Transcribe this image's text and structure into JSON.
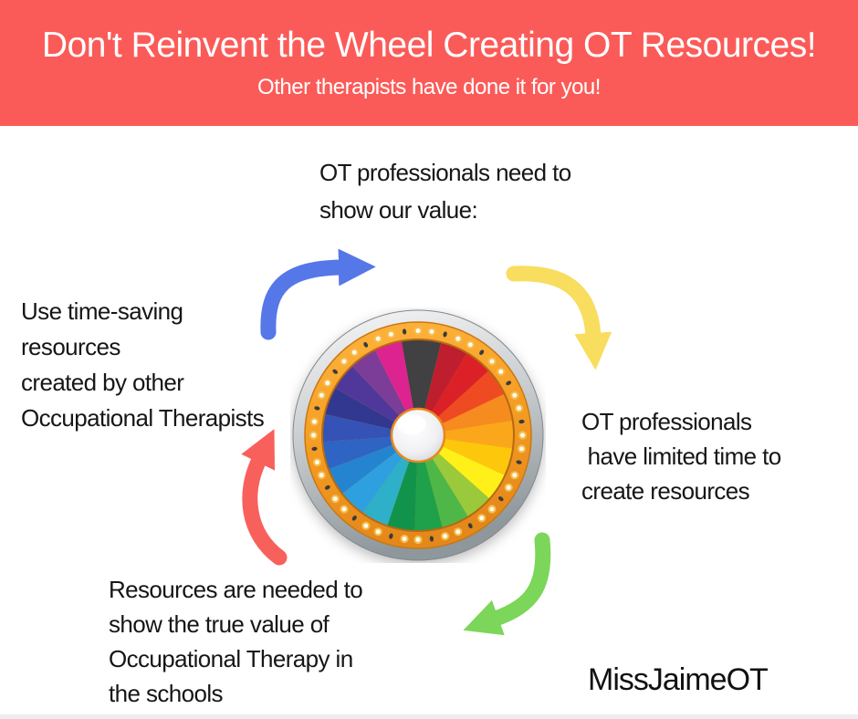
{
  "header": {
    "bg_color": "#FB5B58",
    "title": "Don't Reinvent the Wheel Creating OT Resources!",
    "subtitle": "Other therapists have done it for you!"
  },
  "notes": {
    "top": {
      "lines": [
        "OT professionals need to",
        "show our value:"
      ]
    },
    "right": {
      "lines": [
        "OT professionals",
        " have limited time to",
        "create resources"
      ]
    },
    "bottom": {
      "lines": [
        "Resources are needed to",
        "show the true value of",
        "Occupational Therapy in",
        "the schools"
      ]
    },
    "left": {
      "lines": [
        "Use time-saving",
        "resources",
        "created by other",
        "Occupational Therapists"
      ]
    }
  },
  "brand": "MissJaimeOT",
  "arrows": {
    "blue": {
      "color": "#5577E8"
    },
    "yellow": {
      "color": "#F8DD5F"
    },
    "green": {
      "color": "#7BD659"
    },
    "red": {
      "color": "#F8605C"
    }
  },
  "wheel": {
    "rim_color": "#C9CDD0",
    "ring_color": "#F49C22",
    "hub_color": "#F4F4F6",
    "lights": {
      "count": 48,
      "glow_color": "#F6BC4F",
      "light_color": "#FFFDF0",
      "bulb_color": "#3A3A3C"
    },
    "segments": [
      {
        "color": "#414042",
        "span": 24
      },
      {
        "color": "#BE1E2D",
        "span": 16.8
      },
      {
        "color": "#DB2127",
        "span": 16.8
      },
      {
        "color": "#EF4B23",
        "span": 16.8
      },
      {
        "color": "#F68C1F",
        "span": 16.8
      },
      {
        "color": "#FAA71B",
        "span": 16.8
      },
      {
        "color": "#FDC70B",
        "span": 16.8
      },
      {
        "color": "#FFF01A",
        "span": 16.8
      },
      {
        "color": "#9ACA3C",
        "span": 16.8
      },
      {
        "color": "#4FB748",
        "span": 16.8
      },
      {
        "color": "#1FA04B",
        "span": 16.8
      },
      {
        "color": "#12934B",
        "span": 16.8
      },
      {
        "color": "#2EB0C9",
        "span": 16.8
      },
      {
        "color": "#2EA0E0",
        "span": 16.8
      },
      {
        "color": "#2584D0",
        "span": 16.8
      },
      {
        "color": "#2E64C3",
        "span": 16.8
      },
      {
        "color": "#3553B6",
        "span": 16.8
      },
      {
        "color": "#32388F",
        "span": 16.8
      },
      {
        "color": "#50389A",
        "span": 16.8
      },
      {
        "color": "#7C3D98",
        "span": 16.8
      },
      {
        "color": "#DC2390",
        "span": 16.8
      }
    ]
  }
}
